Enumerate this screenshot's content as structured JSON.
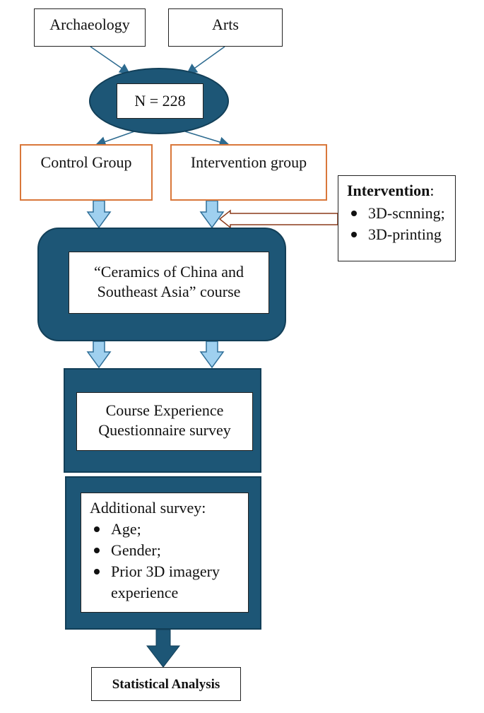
{
  "nodes": {
    "archaeology": "Archaeology",
    "arts": "Arts",
    "sample": "N = 228",
    "control": "Control Group",
    "intervention_group": "Intervention group",
    "intervention_title": "Intervention",
    "intervention_colon": ":",
    "intervention_items": [
      "3D-scnning;",
      "3D-printing"
    ],
    "course_line1": "“Ceramics of China and",
    "course_line2": "Southeast Asia” course",
    "ceq_line1": "Course Experience",
    "ceq_line2": "Questionnaire survey",
    "additional_title": "Additional survey:",
    "additional_items": [
      "Age;",
      "Gender;",
      "Prior 3D imagery experience"
    ],
    "statistical": "Statistical Analysis"
  },
  "colors": {
    "navy": "#1d5676",
    "orange_border": "#d9773a",
    "light_arrow": "#9fd0ef",
    "light_arrow_stroke": "#2f6f98",
    "line_arrow": "#2c6a8f"
  }
}
